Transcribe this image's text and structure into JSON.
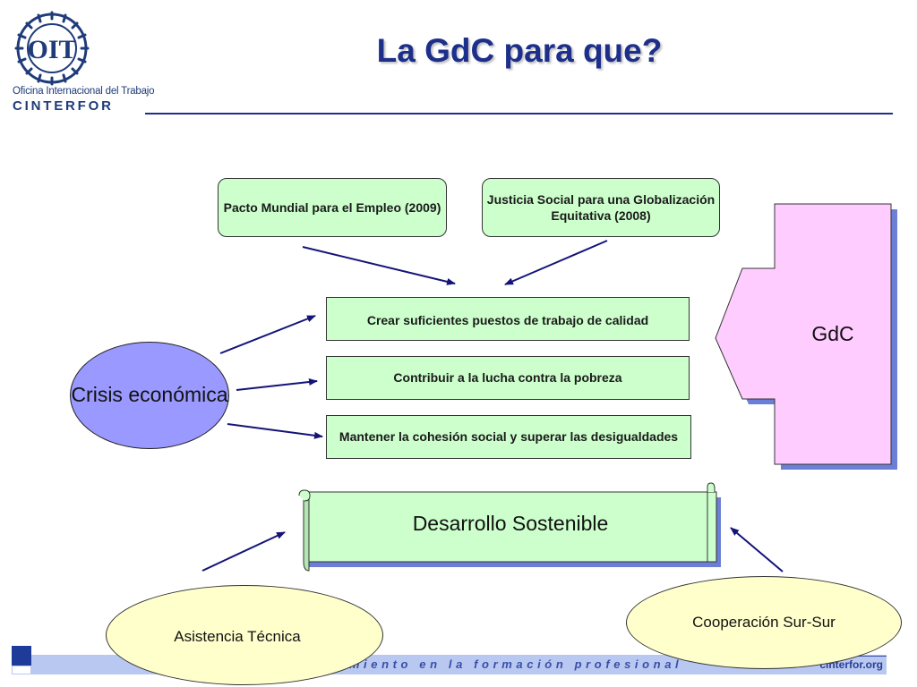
{
  "header": {
    "title": "La GdC para que?"
  },
  "logo": {
    "emblem_text": "OIT",
    "organization": "Oficina Internacional del Trabajo",
    "brand": "CINTERFOR"
  },
  "diagram": {
    "top_boxes": [
      {
        "label": "Pacto Mundial para el Empleo (2009)"
      },
      {
        "label": "Justicia Social para una Globalización Equitativa (2008)"
      }
    ],
    "goals": [
      {
        "label": "Crear suficientes puestos de trabajo de calidad"
      },
      {
        "label": "Contribuir a la lucha contra la pobreza"
      },
      {
        "label": "Mantener la cohesión social y superar las desigualdades"
      }
    ],
    "source": {
      "label": "Crisis económica"
    },
    "arrow_shape": {
      "label": "GdC"
    },
    "scroll": {
      "label": "Desarrollo Sostenible"
    },
    "supports": [
      {
        "label": "Asistencia Técnica"
      },
      {
        "label": "Cooperación Sur-Sur"
      }
    ]
  },
  "footer": {
    "tagline": "rimiento en la formación profesional",
    "url": "cinterfor.org"
  },
  "colors": {
    "title": "#1d2f8a",
    "green_box": "#ccffcc",
    "crisis_ellipse": "#9999ff",
    "gdc_arrow": "#ffccff",
    "support_ellipse": "#ffffcc",
    "connector_arrow": "#141478",
    "footer_bar": "#b8c8f0"
  }
}
